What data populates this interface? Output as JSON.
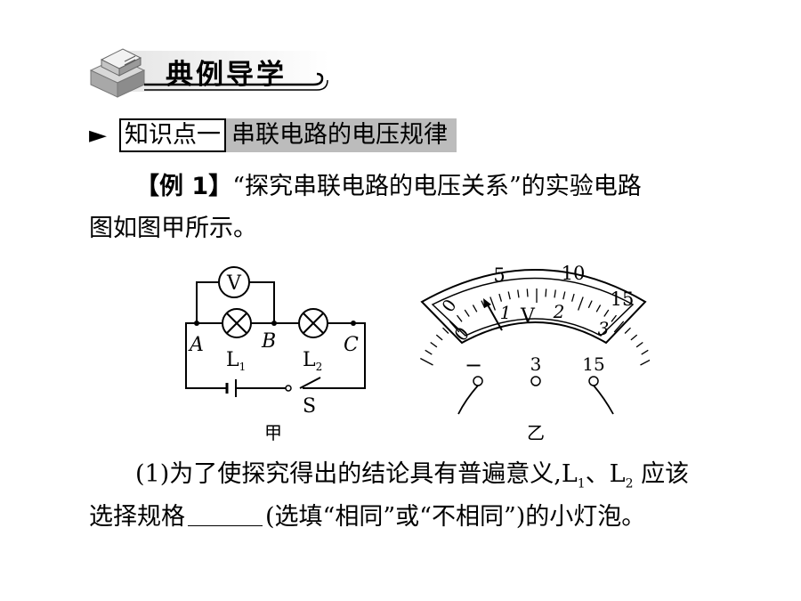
{
  "header": {
    "title": "典例导学"
  },
  "knowledge_point": {
    "arrow": "►",
    "label": "知识点一",
    "topic": "串联电路的电压规律"
  },
  "example": {
    "tag": "【例 1】",
    "line1_rest": "“探究串联电路的电压关系”的实验电路",
    "line2": "图如图甲所示。"
  },
  "figure": {
    "circuit": {
      "voltmeter": "V",
      "point_a": "A",
      "point_b": "B",
      "point_c": "C",
      "lamp1": "L",
      "lamp1_sub": "1",
      "lamp2": "L",
      "lamp2_sub": "2",
      "switch": "S",
      "caption": "甲"
    },
    "meter": {
      "outer_scale": [
        "0",
        "5",
        "10",
        "15"
      ],
      "inner_scale": [
        "0",
        "1",
        "2",
        "3"
      ],
      "unit": "V",
      "terminals": [
        "−",
        "3",
        "15"
      ],
      "caption": "乙"
    }
  },
  "question1": {
    "prefix": "(1)为了使探究得出的结论具有普遍意义,L",
    "sub1": "1",
    "mid": "、L",
    "sub2": "2",
    "after": " 应该",
    "line2_before": "选择规格",
    "line2_after": "(选填“相同”或“不相同”)的小灯泡。"
  }
}
